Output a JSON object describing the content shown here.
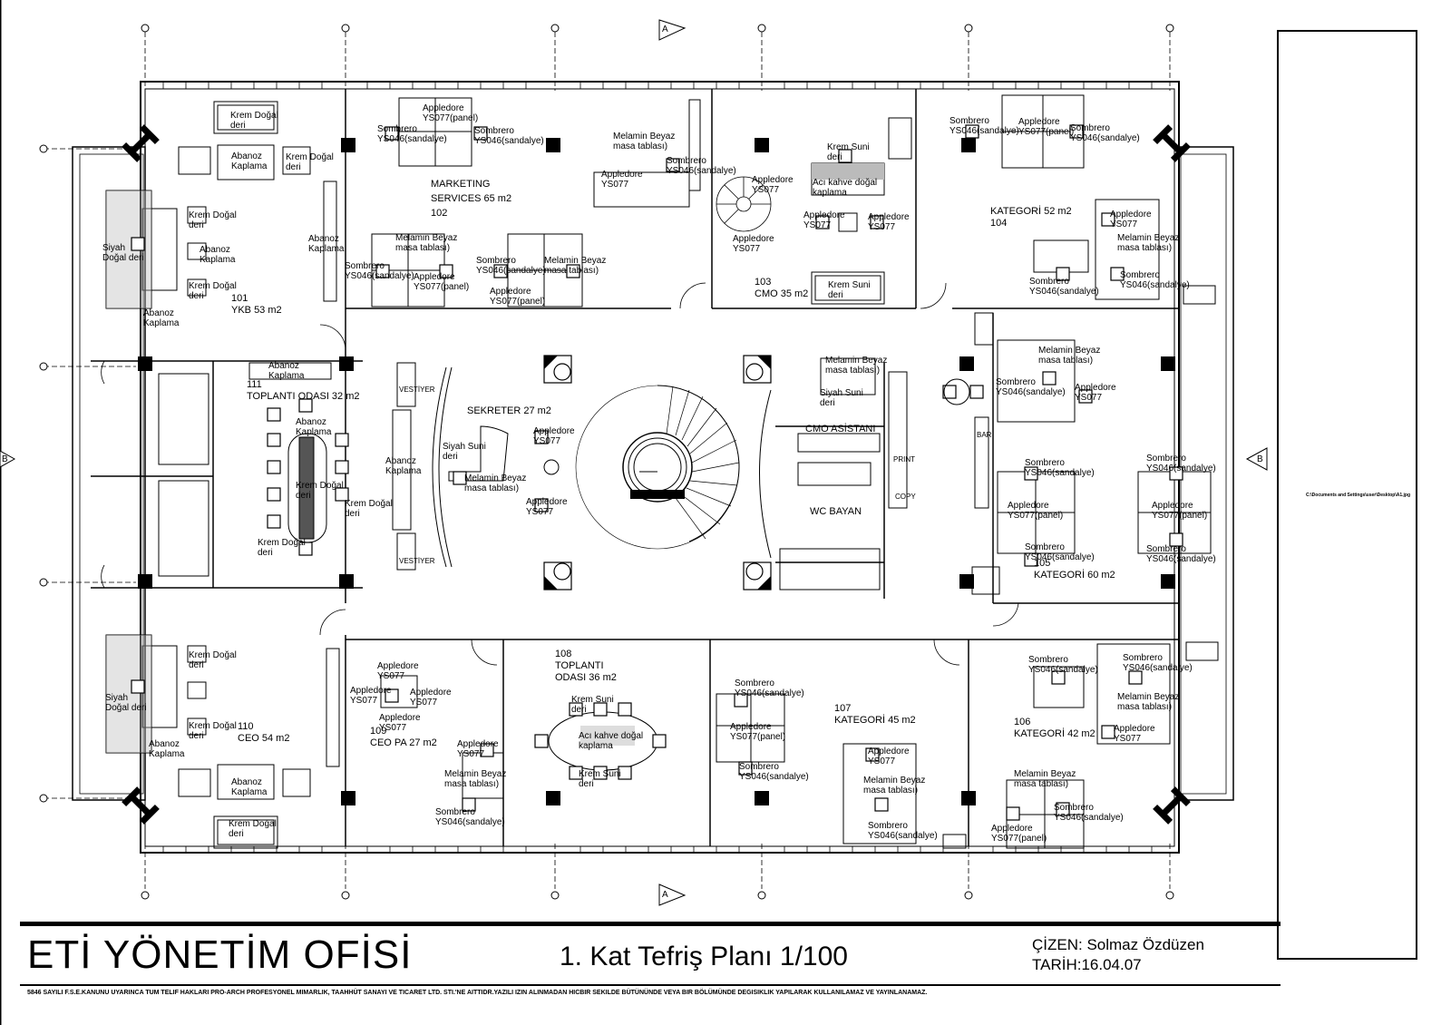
{
  "title": "ETİ YÖNETİM OFİSİ",
  "subtitle": "1. Kat Tefriş Planı 1/100",
  "drawer": "ÇİZEN: Solmaz Özdüzen",
  "date": "TARİH:16.04.07",
  "copyright": "5846 SAYILI F.S.E.KANUNU UYARINCA TUM TELIF HAKLARI PRO-ARCH PROFESYONEL  MIMARLIK, TAAHHÜT SANAYI VE TICARET LTD. STI.'NE AITTIDR.YAZILI IZIN ALINMADAN HICBIR SEKILDE   BÜTÜNÜNDE VEYA BIR BÖLÜMÜNDE DEGISIKLIK YAPILARAK KULLANILAMAZ VE YAYINLANAMAZ.",
  "file_path": "C:\\Documents and Settings\\user\\Desktop\\A1.jpg",
  "section_marks": {
    "a": "A",
    "b": "B"
  },
  "rooms": {
    "r101": "101\nYKB 53 m2",
    "r102": "MARKETING\nSERVICES 65 m2\n102",
    "r103": "103\nCMO 35 m2",
    "r104": "KATEGORİ 52 m2\n104",
    "r105": "105\nKATEGORİ 60 m2",
    "r106": "106\nKATEGORİ 42 m2",
    "r107": "107\nKATEGORİ 45 m2",
    "r108": "108\nTOPLANTI\nODASI 36 m2",
    "r109": "109\nCEO PA 27 m2",
    "r110": "110\nCEO 54 m2",
    "r111": "111\nTOPLANTI ODASI 32 m2",
    "sekreter": "SEKRETER 27 m2",
    "cmo_asistani": "CMO ASİSTANI",
    "wc_bayan": "WC BAYAN"
  },
  "furniture_labels": {
    "krem_dogal_deri": "Krem Doğal\nderi",
    "abanoz_kaplama": "Abanoz\nKaplama",
    "siyah_dogal_deri": "Siyah\nDoğal deri",
    "appledore_panel": "Appledore\nYS077(panel)",
    "sombrero_sandalye": "Sombrero\nYS046(sandalye)",
    "melamin": "Melamin Beyaz\nmasa tablası)",
    "appledore_ys077": "Appledore\nYS077",
    "krem_suni_deri": "Krem Suni\nderi",
    "aci_kahve": "Acı kahve doğal\nkaplama",
    "siyah_suni_deri": "Siyah Suni\nderi",
    "vestiyer": "VESTİYER",
    "bar": "BAR",
    "print": "PRINT",
    "copy": "COPY"
  }
}
